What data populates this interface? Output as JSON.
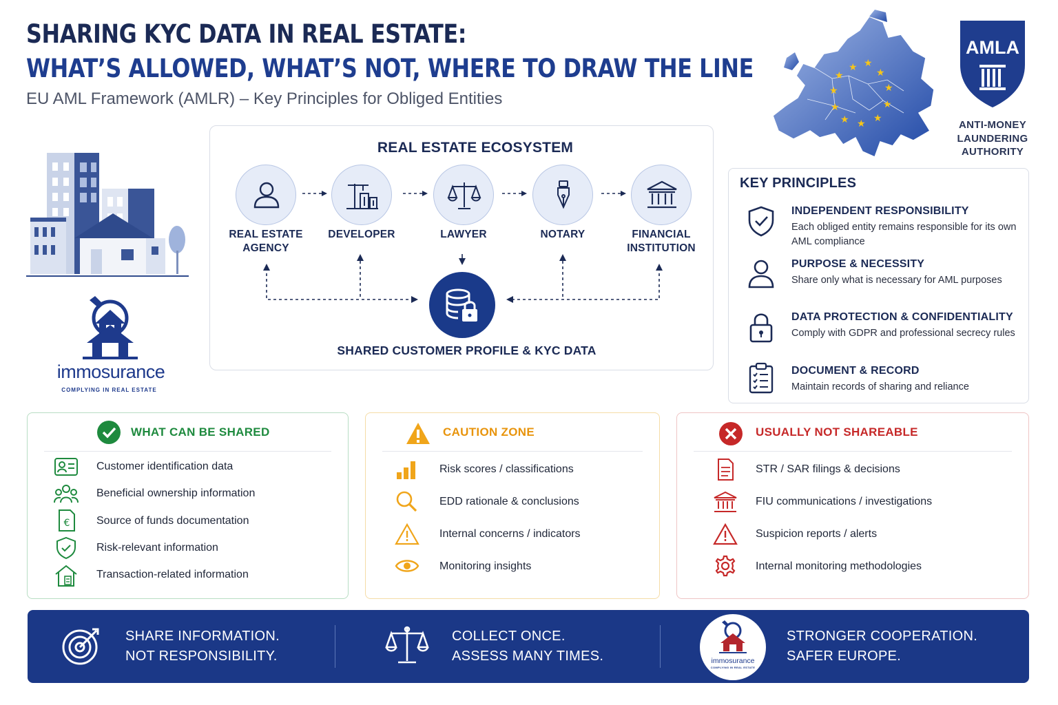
{
  "header": {
    "title_line1": "SHARING KYC DATA IN REAL ESTATE:",
    "title_line2": "WHAT’S ALLOWED, WHAT’S NOT, WHERE TO DRAW THE LINE",
    "subtitle": "EU AML Framework (AMLR) – Key Principles for Obliged Entities"
  },
  "amla": {
    "shield_text": "AMLA",
    "caption_line1": "ANTI-MONEY",
    "caption_line2": "LAUNDERING",
    "caption_line3": "AUTHORITY"
  },
  "brand": {
    "name": "immosurance",
    "tagline": "COMPLYING IN REAL ESTATE"
  },
  "ecosystem": {
    "title": "REAL ESTATE ECOSYSTEM",
    "nodes": [
      {
        "line1": "REAL ESTATE",
        "line2": "AGENCY",
        "icon": "person-icon"
      },
      {
        "line1": "DEVELOPER",
        "line2": "",
        "icon": "crane-building-icon"
      },
      {
        "line1": "LAWYER",
        "line2": "",
        "icon": "scales-icon"
      },
      {
        "line1": "NOTARY",
        "line2": "",
        "icon": "fountain-pen-icon"
      },
      {
        "line1": "FINANCIAL",
        "line2": "INSTITUTION",
        "icon": "bank-icon"
      }
    ],
    "hub_label": "SHARED CUSTOMER PROFILE & KYC DATA",
    "hub_icon": "database-lock-icon"
  },
  "key_principles": {
    "title": "KEY PRINCIPLES",
    "items": [
      {
        "head": "INDEPENDENT RESPONSIBILITY",
        "text": "Each obliged entity remains responsible for its own AML compliance",
        "icon": "shield-check-icon"
      },
      {
        "head": "PURPOSE & NECESSITY",
        "text": "Share only what is necessary for AML purposes",
        "icon": "person-icon"
      },
      {
        "head": "DATA PROTECTION & CONFIDENTIALITY",
        "text": "Comply with GDPR and professional secrecy rules",
        "icon": "padlock-icon"
      },
      {
        "head": "DOCUMENT & RECORD",
        "text": "Maintain records of sharing and reliance",
        "icon": "clipboard-checklist-icon"
      }
    ]
  },
  "can_share": {
    "title": "WHAT CAN BE SHARED",
    "color": "#1e8a3e",
    "items": [
      {
        "label": "Customer identification data",
        "icon": "id-card-icon"
      },
      {
        "label": "Beneficial ownership information",
        "icon": "group-icon"
      },
      {
        "label": "Source of funds documentation",
        "icon": "euro-document-icon"
      },
      {
        "label": "Risk-relevant information",
        "icon": "shield-check-icon"
      },
      {
        "label": "Transaction-related information",
        "icon": "house-document-icon"
      }
    ]
  },
  "caution": {
    "title": "CAUTION ZONE",
    "color": "#e8940c",
    "items": [
      {
        "label": "Risk scores / classifications",
        "icon": "bar-chart-icon"
      },
      {
        "label": "EDD rationale & conclusions",
        "icon": "magnifier-icon"
      },
      {
        "label": "Internal concerns / indicators",
        "icon": "warning-icon"
      },
      {
        "label": "Monitoring insights",
        "icon": "eye-icon"
      }
    ]
  },
  "not_shareable": {
    "title": "USUALLY NOT SHAREABLE",
    "color": "#c62828",
    "items": [
      {
        "label": "STR / SAR filings & decisions",
        "icon": "document-icon"
      },
      {
        "label": "FIU communications / investigations",
        "icon": "bank-icon"
      },
      {
        "label": "Suspicion reports / alerts",
        "icon": "warning-icon"
      },
      {
        "label": "Internal monitoring methodologies",
        "icon": "gear-icon"
      }
    ]
  },
  "footer": {
    "block1_line1": "SHARE INFORMATION.",
    "block1_line2": "NOT RESPONSIBILITY.",
    "block2_line1": "COLLECT ONCE.",
    "block2_line2": "ASSESS MANY TIMES.",
    "block3_line1": "STRONGER COOPERATION.",
    "block3_line2": "SAFER EUROPE.",
    "logo_name": "immosurance",
    "logo_tagline": "COMPLYING IN REAL ESTATE"
  }
}
